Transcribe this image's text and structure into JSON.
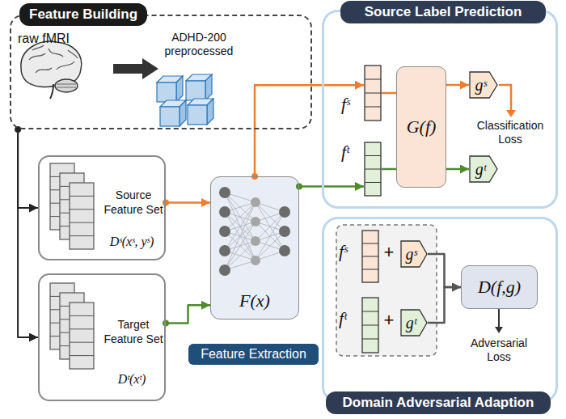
{
  "diagram": {
    "nodes": [
      {
        "text": [
          "Feature Building",
          "raw fMRI",
          "ADHD-200 preprocessed"
        ]
      },
      {
        "text": [
          "Source Label Prediction"
        ]
      },
      {
        "text": [
          "fˢ"
        ],
        "in": 1
      },
      {
        "text": [
          "fᵗ"
        ],
        "in": 1
      },
      {
        "text": [
          "G(f)"
        ],
        "in": 1
      },
      {
        "text": [
          "gˢ"
        ],
        "in": 1
      },
      {
        "text": [
          "gᵗ"
        ],
        "in": 1
      },
      {
        "text": [
          "Source Feature Set",
          "Dˢ(xˢ, yˢ)"
        ]
      },
      {
        "text": [
          "F(x)",
          "Feature Extraction"
        ]
      },
      {
        "text": [
          "Domain Adversarial Adaption"
        ]
      },
      {
        "text": [
          "fˢ"
        ],
        "in": 9
      },
      {
        "text": [
          "gˢ"
        ],
        "in": 9
      },
      {
        "text": [
          "fᵗ"
        ],
        "in": 9
      },
      {
        "text": [
          "gᵗ"
        ],
        "in": 9
      },
      {
        "text": [
          "D(f,g)"
        ],
        "in": 9
      },
      {
        "text": [
          "Target Feature Set",
          "Dᵗ(xᵗ)"
        ]
      }
    ],
    "edges": [
      {
        "from": 0,
        "to": 7,
        "arrow": "to"
      },
      {
        "from": 0,
        "to": 15,
        "arrow": "to"
      },
      {
        "from": 7,
        "to": 8,
        "arrow": "to"
      },
      {
        "from": 15,
        "to": 8,
        "arrow": "to"
      },
      {
        "from": 8,
        "to": 2,
        "arrow": "to"
      },
      {
        "from": 8,
        "to": 3,
        "arrow": "to"
      },
      {
        "from": 2,
        "to": 4,
        "arrow": "none"
      },
      {
        "from": 3,
        "to": 4,
        "arrow": "none"
      },
      {
        "from": 4,
        "to": 5,
        "arrow": "to"
      },
      {
        "from": 4,
        "to": 6,
        "arrow": "to"
      },
      {
        "from": 11,
        "to": 14,
        "arrow": "to"
      },
      {
        "from": 13,
        "to": 14,
        "arrow": "to"
      }
    ],
    "labels": [
      "Classification Loss",
      "+",
      "+",
      "Adversarial Loss"
    ]
  }
}
